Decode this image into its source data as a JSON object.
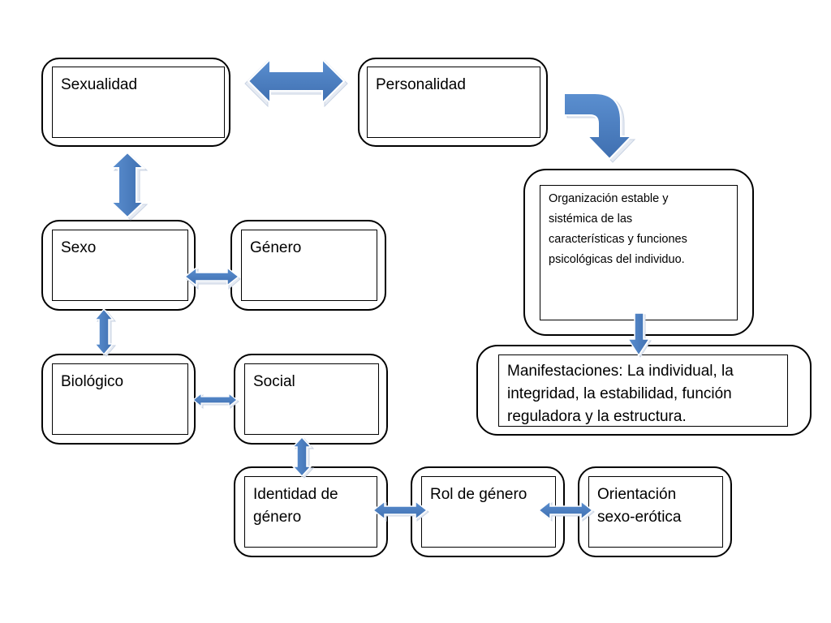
{
  "diagram": {
    "nodes": {
      "sexualidad": "Sexualidad",
      "personalidad": "Personalidad",
      "sexo": "Sexo",
      "genero": "Género",
      "biologico": "Biológico",
      "social": "Social",
      "definicion_personalidad": "Organización estable y\nsistémica de las\ncaracterísticas y funciones\npsicológicas del individuo.",
      "manifestaciones": "Manifestaciones: La individual, la\nintegridad, la estabilidad, función\nreguladora y la estructura.",
      "identidad_genero": "Identidad de\ngénero",
      "rol_genero": "Rol de género",
      "orientacion": "Orientación\nsexo-erótica"
    },
    "colors": {
      "arrow_fill": "#4f81bd",
      "arrow_outline": "#e8edf5",
      "box_border": "#000000"
    }
  }
}
